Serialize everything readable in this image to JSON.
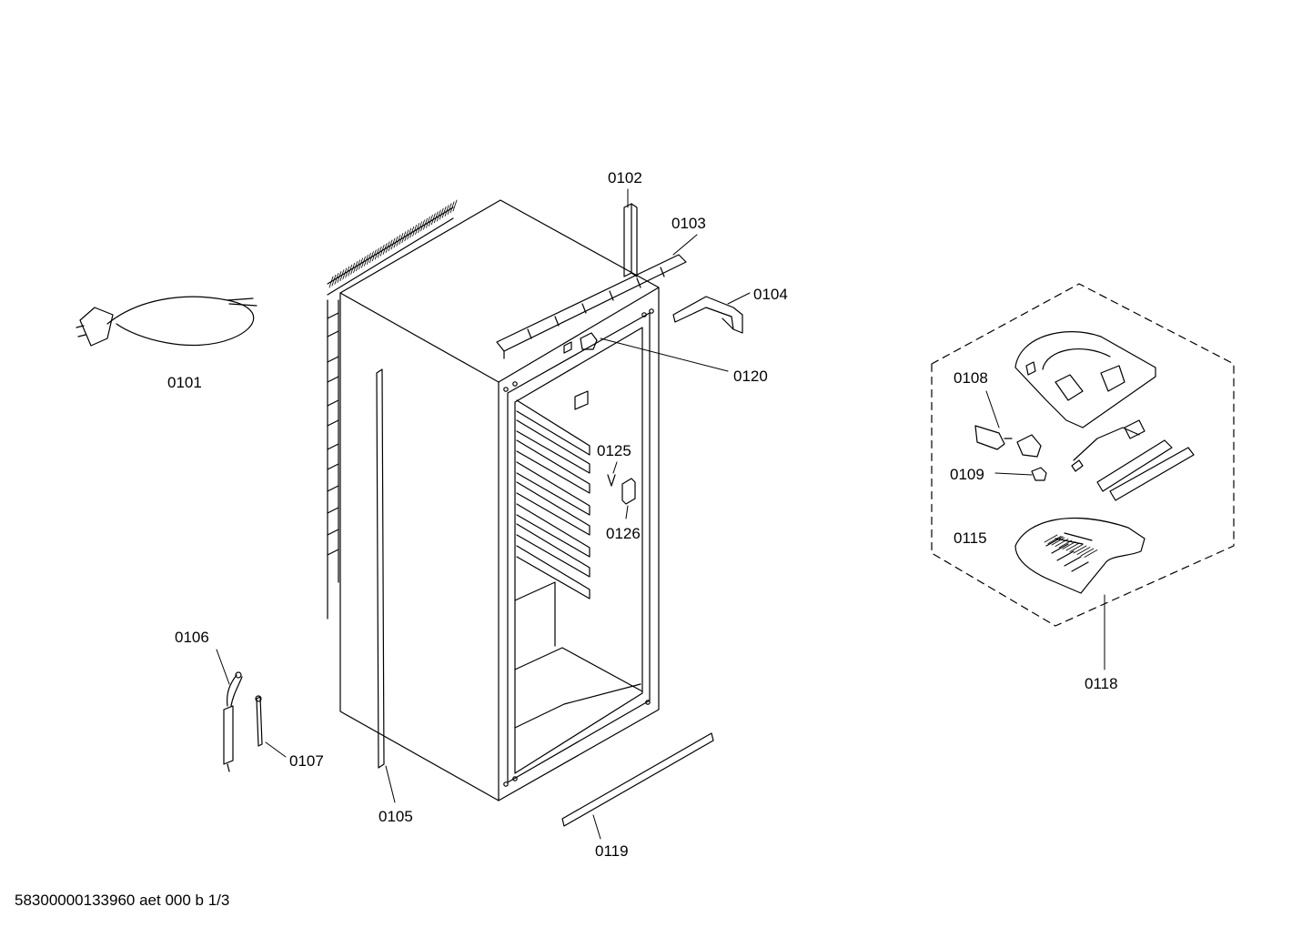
{
  "labels": {
    "p0101": "0101",
    "p0102": "0102",
    "p0103": "0103",
    "p0104": "0104",
    "p0105": "0105",
    "p0106": "0106",
    "p0107": "0107",
    "p0108": "0108",
    "p0109": "0109",
    "p0115": "0115",
    "p0118": "0118",
    "p0119": "0119",
    "p0120": "0120",
    "p0125": "0125",
    "p0126": "0126"
  },
  "footer": "58300000133960 aet 000 b 1/3"
}
